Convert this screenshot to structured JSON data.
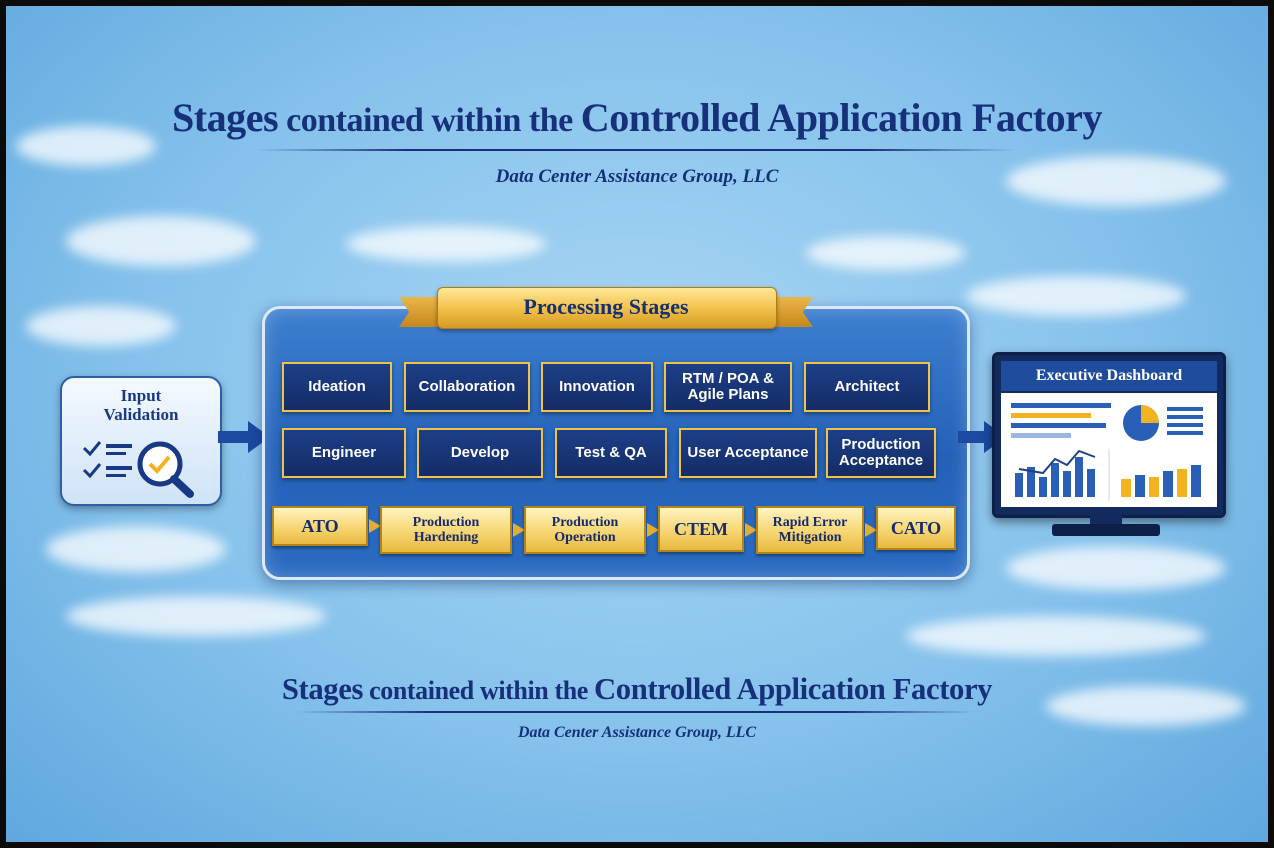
{
  "title": {
    "part1": "Stages",
    "part2": " contained within the ",
    "part3": "Controlled Application Factory"
  },
  "subtitle": "Data Center Assistance Group, LLC",
  "bottom_title": {
    "part1": "Stages",
    "part2": " contained within the ",
    "part3": "Controlled Application Factory"
  },
  "bottom_subtitle": "Data Center Assistance Group, LLC",
  "input_card": {
    "label": "Input\nValidation",
    "icon": "checklist-magnifier-icon"
  },
  "banner": "Processing Stages",
  "stages_row1": [
    "Ideation",
    "Collaboration",
    "Innovation",
    "RTM / POA & Agile Plans",
    "Architect"
  ],
  "stages_row2": [
    "Engineer",
    "Develop",
    "Test & QA",
    "User Acceptance",
    "Production Acceptance"
  ],
  "pipeline": [
    "ATO",
    "Production Hardening",
    "Production Operation",
    "CTEM",
    "Rapid Error Mitigation",
    "CATO"
  ],
  "dashboard": {
    "title": "Executive Dashboard",
    "icon": "dashboard-charts-icon"
  },
  "colors": {
    "navy": "#16307a",
    "gold": "#f0c24a",
    "panel_blue": "#2461b8",
    "sky": "#86c2ec"
  }
}
